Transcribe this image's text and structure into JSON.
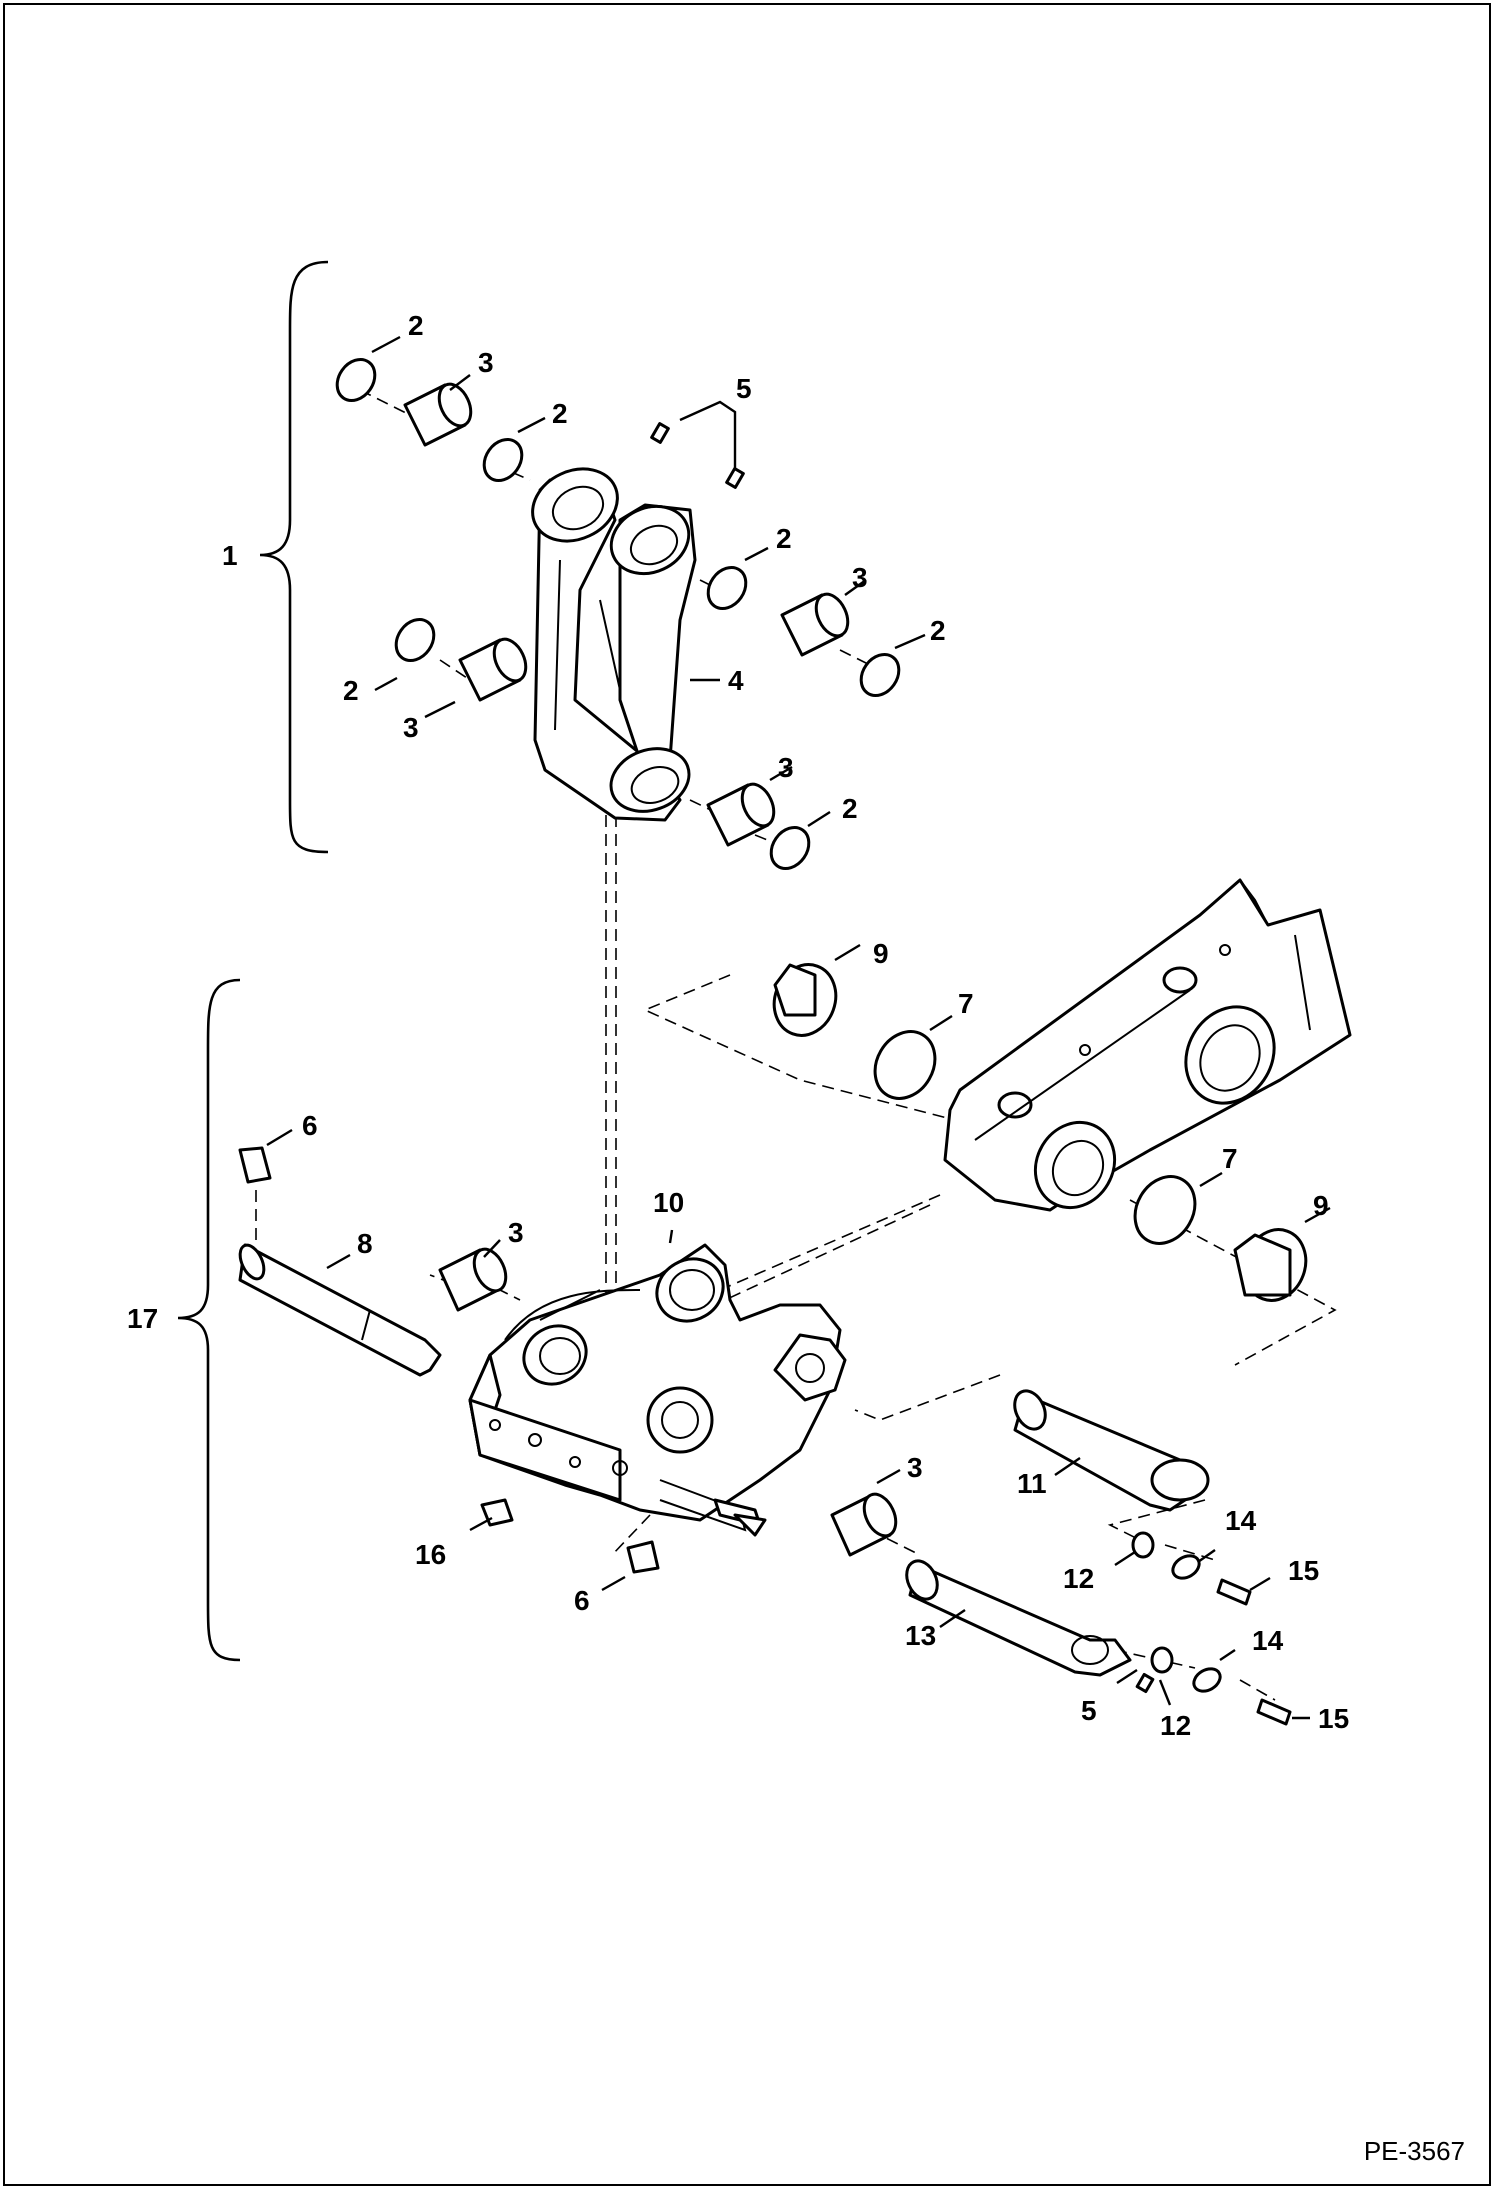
{
  "diagram": {
    "reference_code": "PE-3567",
    "callouts": [
      "1",
      "2",
      "3",
      "4",
      "5",
      "6",
      "7",
      "8",
      "9",
      "10",
      "11",
      "12",
      "13",
      "14",
      "15",
      "16",
      "17"
    ]
  }
}
